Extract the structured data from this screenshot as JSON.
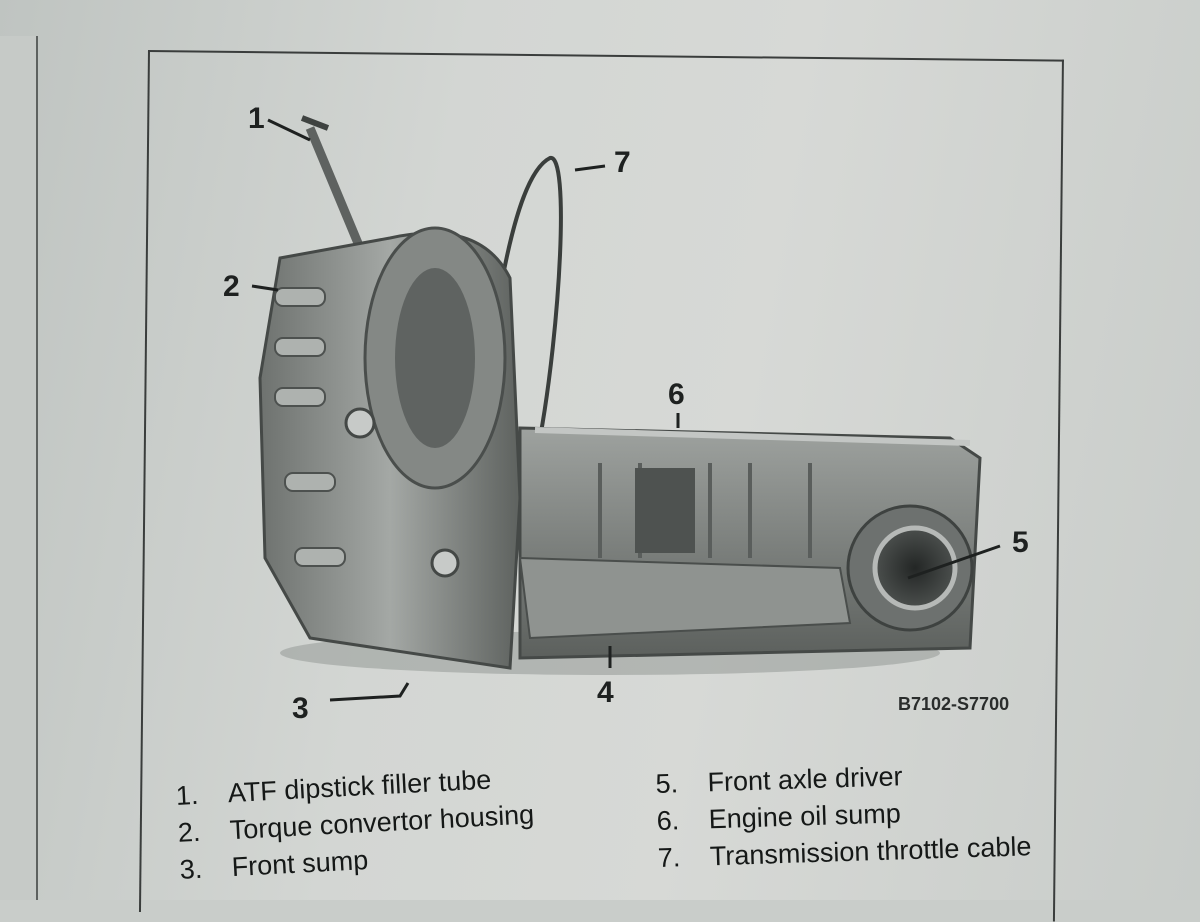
{
  "callouts": {
    "c1": "1",
    "c2": "2",
    "c3": "3",
    "c4": "4",
    "c5": "5",
    "c6": "6",
    "c7": "7"
  },
  "figure_code": "B7102-S7700",
  "legend_left": [
    {
      "num": "1.",
      "text": "ATF dipstick filler tube"
    },
    {
      "num": "2.",
      "text": "Torque convertor housing"
    },
    {
      "num": "3.",
      "text": "Front sump"
    }
  ],
  "legend_right": [
    {
      "num": "5.",
      "text": "Front axle driver"
    },
    {
      "num": "6.",
      "text": "Engine oil sump"
    },
    {
      "num": "7.",
      "text": "Transmission throttle cable"
    }
  ]
}
